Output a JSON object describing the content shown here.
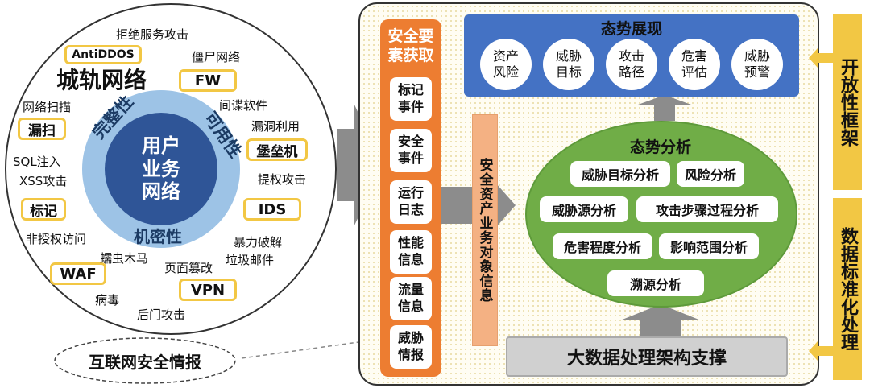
{
  "left": {
    "core": "用户业务网络",
    "ring_left": "完整性",
    "ring_right": "可用性",
    "ring_bottom": "机密性",
    "title": "城轨网络",
    "defenses": [
      "AntiDDOS",
      "FW",
      "漏扫",
      "堡垒机",
      "标记",
      "IDS",
      "WAF",
      "VPN"
    ],
    "threats": [
      "拒绝服务攻击",
      "僵尸网络",
      "间谍软件",
      "网络扫描",
      "漏洞利用",
      "SQL注入",
      "XSS攻击",
      "提权攻击",
      "非授权访问",
      "暴力破解",
      "蠕虫木马",
      "页面篡改",
      "垃圾邮件",
      "病毒",
      "后门攻击"
    ],
    "cloud": "互联网安全情报"
  },
  "acquire": {
    "title": "安全要素获取",
    "items": [
      "标记事件",
      "安全事件",
      "运行日志",
      "性能信息",
      "流量信息",
      "威胁情报"
    ]
  },
  "asset_info": "安全资产业务对象信息",
  "display": {
    "title": "态势展现",
    "items": [
      "资产风险",
      "威胁目标",
      "攻击路径",
      "危害评估",
      "威胁预警"
    ]
  },
  "analysis": {
    "title": "态势分析",
    "items": [
      "威胁目标分析",
      "风险分析",
      "威胁源分析",
      "攻击步骤过程分析",
      "危害程度分析",
      "影响范围分析",
      "溯源分析"
    ]
  },
  "bigdata": "大数据处理架构支撑",
  "side_top": "开放性框架",
  "side_bottom": "数据标准化处理",
  "colors": {
    "orange": "#ed7d31",
    "blue": "#4472c4",
    "green": "#70ad47",
    "yellow": "#f2c744",
    "peach": "#f4b183",
    "navy": "#1f3864"
  }
}
